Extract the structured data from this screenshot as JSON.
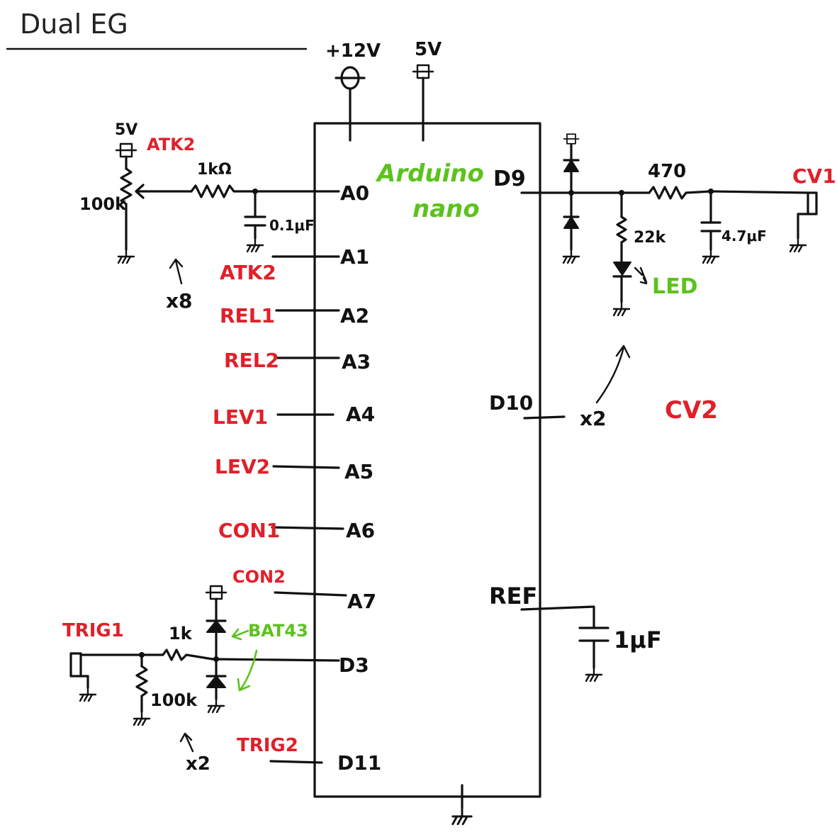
{
  "title": "Dual EG",
  "colors": {
    "ink": "#111111",
    "label_red": "#e0202a",
    "label_green": "#5cc21e"
  },
  "chip": {
    "name_line1": "Arduino",
    "name_line2": "nano"
  },
  "power": {
    "v12": "+12V",
    "v5": "5V"
  },
  "left_pins": [
    {
      "pin": "A0",
      "signal": ""
    },
    {
      "pin": "A1",
      "signal": "ATK2"
    },
    {
      "pin": "A2",
      "signal": "REL1"
    },
    {
      "pin": "A3",
      "signal": "REL2"
    },
    {
      "pin": "A4",
      "signal": "LEV1"
    },
    {
      "pin": "A5",
      "signal": "LEV2"
    },
    {
      "pin": "A6",
      "signal": "CON1"
    },
    {
      "pin": "A7",
      "signal": "CON2"
    },
    {
      "pin": "D3",
      "signal": ""
    },
    {
      "pin": "D11",
      "signal": "TRIG2"
    }
  ],
  "pot": {
    "supply": "5V",
    "name": "ATK2",
    "value": "100k",
    "series_r": "1kΩ",
    "cap": "0.1μF",
    "multiplier": "x8"
  },
  "trig": {
    "name": "TRIG1",
    "series_r": "1k",
    "pulldown": "100k",
    "diode": "BAT43",
    "multiplier": "x2"
  },
  "right_pins": {
    "d9": "D9",
    "d10": "D10",
    "ref": "REF"
  },
  "cv_out": {
    "r": "470",
    "load_r": "22k",
    "cap": "4.7μF",
    "led": "LED",
    "out1": "CV1",
    "out2": "CV2",
    "multiplier": "x2"
  },
  "ref_cap": "1μF"
}
